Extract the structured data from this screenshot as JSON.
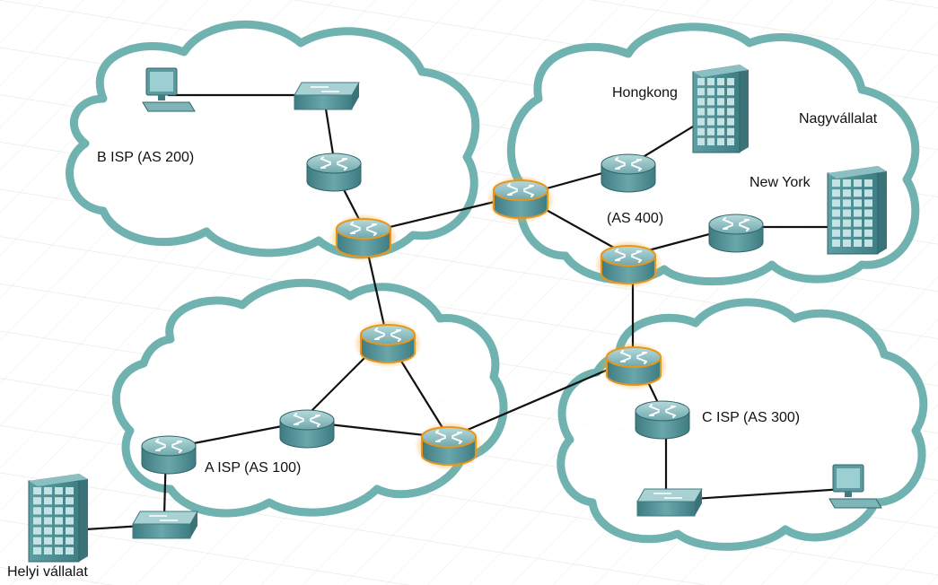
{
  "labels": {
    "isp_b": "B ISP (AS 200)",
    "isp_a": "A ISP (AS 100)",
    "isp_c": "C ISP (AS 300)",
    "as400": "(AS 400)",
    "hongkong": "Hongkong",
    "new_york": "New York",
    "nagyvallalat": "Nagyvállalat",
    "helyi": "Helyi vállalat"
  },
  "colors": {
    "cloud_stroke": "#6fb2b0",
    "router_body": "#4e8f95",
    "router_top": "#8fc2c4",
    "highlight": "#f2a32a",
    "link": "#111111"
  },
  "icons": {
    "router": "router-icon",
    "switch": "switch-icon",
    "pc": "pc-icon",
    "building": "building-icon"
  }
}
